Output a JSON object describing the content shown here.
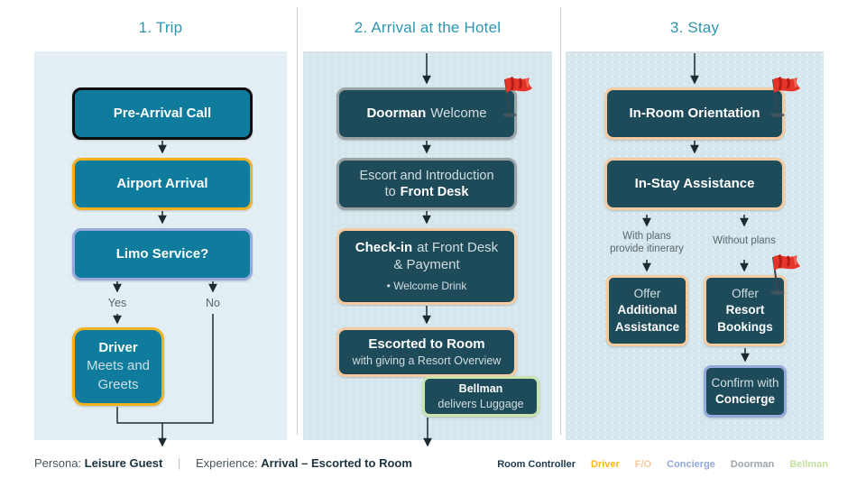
{
  "columns": [
    {
      "title": "1. Trip",
      "boxes": {
        "pre_arrival": {
          "label": "Pre-Arrival Call",
          "border": "#0c0c0c"
        },
        "airport": {
          "label": "Airport Arrival",
          "border": "#f3b120"
        },
        "limo": {
          "label": "Limo Service?",
          "border": "#96a9dc"
        },
        "driver": {
          "bold": "Driver",
          "rest_line1": "Meets and",
          "rest_line2": "Greets",
          "border": "#f3b120"
        }
      },
      "branch_labels": {
        "yes": "Yes",
        "no": "No"
      }
    },
    {
      "title": "2. Arrival at the Hotel",
      "boxes": {
        "doorman": {
          "bold": "Doorman",
          "rest": "Welcome",
          "border": "#9ba3a7"
        },
        "escort": {
          "line1": "Escort and Introduction",
          "line2_prefix": "to",
          "line2_bold": "Front Desk",
          "border": "#9ba3a7"
        },
        "checkin": {
          "bold": "Check-in",
          "rest": "at Front Desk",
          "line2": "& Payment",
          "bullet": "• Welcome Drink",
          "border": "#f7cba2"
        },
        "escorted": {
          "bold": "Escorted to Room",
          "sub": "with giving a Resort Overview",
          "border": "#f7cba2"
        },
        "bellman": {
          "bold": "Bellman",
          "sub": "delivers Luggage",
          "border": "#cae4ae"
        }
      }
    },
    {
      "title": "3. Stay",
      "boxes": {
        "inroom": {
          "label": "In-Room Orientation",
          "border": "#f7cba2"
        },
        "instay": {
          "label": "In-Stay Assistance",
          "border": "#f7cba2"
        },
        "offer_additional": {
          "prefix": "Offer",
          "bold1": "Additional",
          "bold2": "Assistance",
          "border": "#f7cba2"
        },
        "offer_resort": {
          "prefix": "Offer",
          "bold1": "Resort",
          "bold2": "Bookings",
          "border": "#f7cba2"
        },
        "confirm": {
          "prefix": "Confirm with",
          "bold": "Concierge",
          "border": "#96a9dc"
        }
      },
      "branch_labels": {
        "with_plans_line1": "With plans",
        "with_plans_line2": "provide itinerary",
        "without_plans": "Without plans"
      }
    }
  ],
  "footer": {
    "persona_label": "Persona:",
    "persona_value": "Leisure Guest",
    "separator": "|",
    "experience_label": "Experience:",
    "experience_value": "Arrival – Escorted to Room"
  },
  "legend": {
    "items": [
      {
        "label": "Room Controller",
        "color": "#1d3a4d"
      },
      {
        "label": "Driver",
        "color": "#f5b61e"
      },
      {
        "label": "F/O",
        "color": "#f7c79b"
      },
      {
        "label": "Concierge",
        "color": "#92a8d9"
      },
      {
        "label": "Doorman",
        "color": "#9fa6ab"
      },
      {
        "label": "Bellman",
        "color": "#c4e0a4"
      }
    ]
  },
  "icons": {
    "milestone_flag": "red-flag"
  },
  "colors": {
    "header_text": "#2e96b1",
    "trip_box_fill": "#0f7c9d",
    "dark_box_fill": "#1e4b59",
    "panel_trip": "#e2eef3",
    "panel_other": "#d5e7ed",
    "arrow": "#1d2a30",
    "flag_red": "#e53528"
  }
}
